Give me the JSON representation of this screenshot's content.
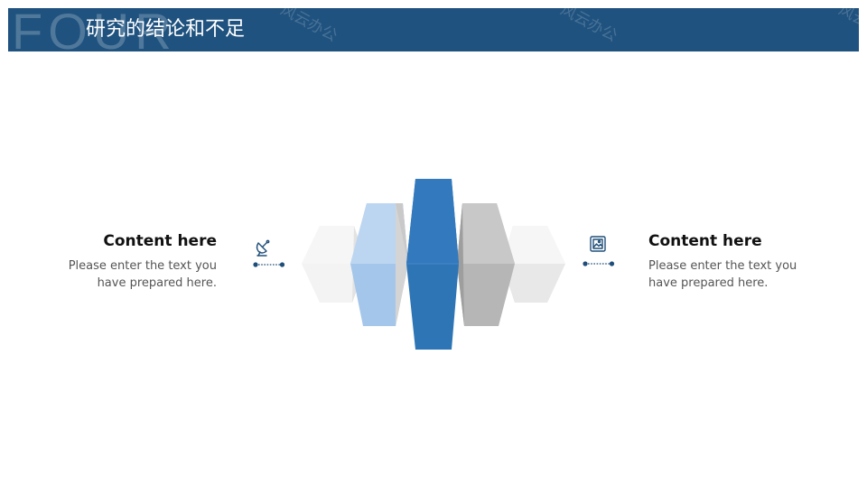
{
  "header": {
    "section_word": "FOUR",
    "title": "研究的结论和不足"
  },
  "watermarks": [
    "风云办公",
    "风云办公",
    "风云办公"
  ],
  "left_block": {
    "heading": "Content here",
    "text_line1": "Please enter the text you",
    "text_line2": "have prepared here.",
    "icon": "satellite-dish-icon"
  },
  "right_block": {
    "heading": "Content here",
    "text_line1": "Please enter the text you",
    "text_line2": "have prepared here.",
    "icon": "image-icon"
  },
  "colors": {
    "header_bg": "#1f527f",
    "accent_blue": "#2e75b6",
    "light_blue": "#a9c9ec",
    "grey": "#b4b4b4",
    "light_grey": "#e6e6e6",
    "icon_color": "#1f4e79"
  }
}
